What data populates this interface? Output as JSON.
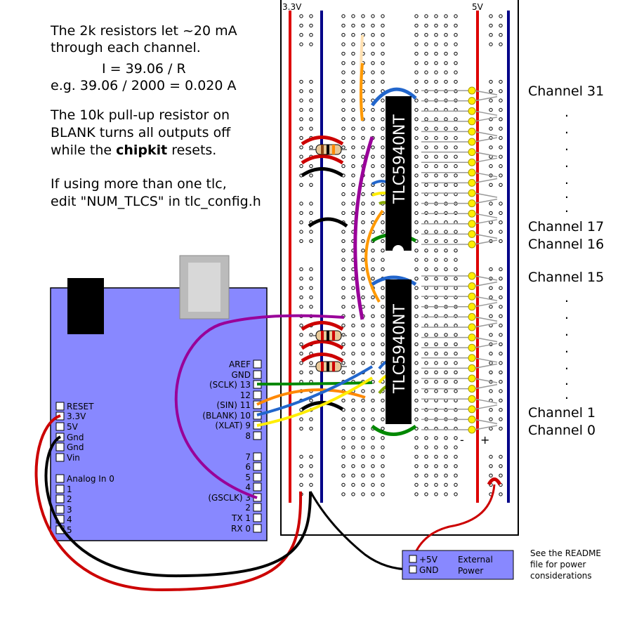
{
  "notes": {
    "line1": "The 2k resistors let ~20 mA",
    "line2": "through each channel.",
    "formula": "I = 39.06 / R",
    "example": "e.g. 39.06 / 2000 = 0.020 A",
    "line5": "The 10k pull-up resistor on",
    "line6": "BLANK turns all outputs off",
    "line7a": "while the ",
    "line7b": "chipkit",
    "line7c": " resets.",
    "line8": "If using more than one tlc,",
    "line9": "edit \"NUM_TLCS\" in tlc_config.h"
  },
  "breadboard": {
    "left_rail_label": "3.3V",
    "right_rail_label": "5V",
    "minus_label": "-",
    "plus_label": "+"
  },
  "chips": {
    "top": "TLC5940NT",
    "bottom": "TLC5940NT"
  },
  "channels": {
    "c31": "Channel 31",
    "c17": "Channel 17",
    "c16": "Channel 16",
    "c15": "Channel 15",
    "c1": "Channel  1",
    "c0": "Channel  0",
    "dot": "."
  },
  "arduino": {
    "right_pins": [
      "AREF",
      "GND",
      "(SCLK) 13",
      "12",
      "(SIN) 11",
      "(BLANK) 10",
      "(XLAT) 9",
      "8",
      "7",
      "6",
      "5",
      "4",
      "(GSCLK)  3",
      "2",
      "TX 1",
      "RX 0"
    ],
    "left_pins": [
      "RESET",
      "3.3V",
      "5V",
      "Gnd",
      "Gnd",
      "Vin",
      "Analog In 0",
      "1",
      "2",
      "3",
      "4",
      "5"
    ]
  },
  "power": {
    "plus": "+5V",
    "gnd": "GND",
    "label1": "External",
    "label2": "Power"
  },
  "readme": {
    "line1": "See the README",
    "line2": "file for power",
    "line3": "considerations"
  },
  "colors": {
    "arduino_board": "#8888ff",
    "rail_red": "#dd0000",
    "rail_blue": "#000088",
    "chip": "#000000",
    "led_yellow": "#ffee00",
    "wire_red": "#cc0000",
    "wire_purple": "#990099",
    "wire_green": "#008800",
    "wire_orange": "#ff8800",
    "wire_blue": "#2266cc",
    "wire_yellow": "#ffee00",
    "wire_black": "#000000"
  }
}
